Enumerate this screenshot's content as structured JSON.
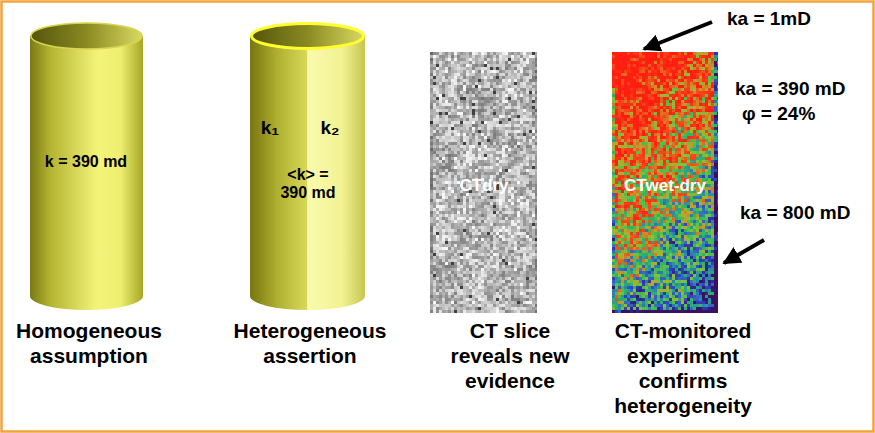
{
  "diagram": {
    "nodes": [
      {
        "text": [
          "k = 390 md"
        ]
      },
      {
        "text": [
          "k₁",
          "k₂",
          "<k> = 390 md"
        ]
      },
      {
        "text": [
          "CTdry"
        ]
      },
      {
        "text": [
          "CTwet-dry"
        ]
      }
    ],
    "labels": [
      "Homogeneous assumption",
      "Heterogeneous assertion",
      "CT slice reveals new evidence",
      "CT-monitored experiment confirms heterogeneity",
      "ka = 1mD",
      "ka = 390 mD",
      "φ = 24%",
      "ka = 800 mD"
    ]
  }
}
